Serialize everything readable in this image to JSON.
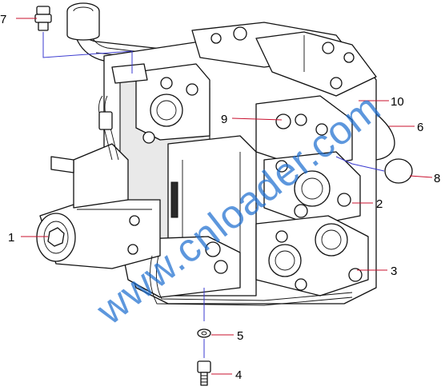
{
  "diagram": {
    "watermark": "www.cnloader.com",
    "callouts": [
      {
        "id": "1",
        "label": "1"
      },
      {
        "id": "2",
        "label": "2"
      },
      {
        "id": "3",
        "label": "3"
      },
      {
        "id": "4",
        "label": "4"
      },
      {
        "id": "5",
        "label": "5"
      },
      {
        "id": "6",
        "label": "6"
      },
      {
        "id": "7",
        "label": "7"
      },
      {
        "id": "8",
        "label": "8"
      },
      {
        "id": "9",
        "label": "9"
      },
      {
        "id": "10",
        "label": "10"
      }
    ],
    "colors": {
      "leader": "#c8102e",
      "blue_leader": "#3a3ad0",
      "watermark": "#1f6fd0",
      "line": "#111111"
    }
  }
}
